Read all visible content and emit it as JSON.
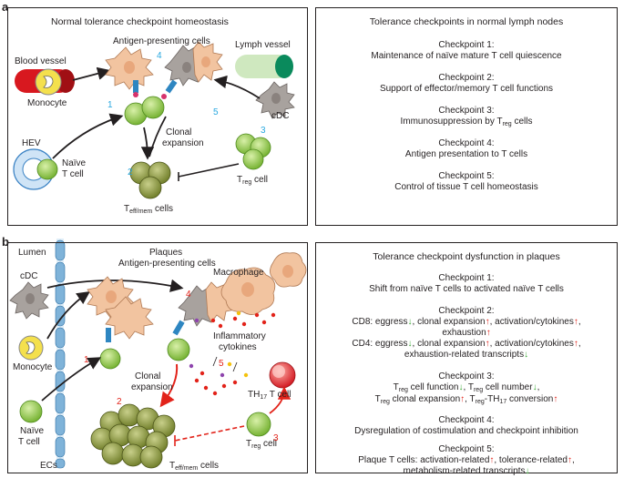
{
  "panel_a": {
    "letter": "a",
    "left_title": "Normal tolerance checkpoint homeostasis",
    "labels": {
      "apc": "Antigen-presenting cells",
      "blood_vessel": "Blood vessel",
      "lymph_vessel": "Lymph vessel",
      "monocyte": "Monocyte",
      "cdc": "cDC",
      "hev": "HEV",
      "naive_t_1": "Naïve",
      "naive_t_2": "T cell",
      "clonal_1": "Clonal",
      "clonal_2": "expansion",
      "treg_t": "T",
      "treg_sub": "reg",
      "treg_rest": " cell",
      "teff_t": "T",
      "teff_sub": "eff/mem",
      "teff_rest": " cells"
    },
    "numbers": [
      "1",
      "2",
      "3",
      "4",
      "5"
    ],
    "right_title": "Tolerance checkpoints in normal lymph nodes",
    "checkpoints": [
      {
        "title": "Checkpoint 1:",
        "text": "Maintenance of naïve mature T cell quiescence"
      },
      {
        "title": "Checkpoint 2:",
        "text": "Support of effector/memory T cell functions"
      },
      {
        "title": "Checkpoint 3:",
        "text_pre": "Immunosuppression by T",
        "text_sub": "reg",
        "text_post": " cells"
      },
      {
        "title": "Checkpoint 4:",
        "text": "Antigen presentation to T cells"
      },
      {
        "title": "Checkpoint 5:",
        "text": "Control of tissue T cell homeostasis"
      }
    ]
  },
  "panel_b": {
    "letter": "b",
    "labels": {
      "lumen": "Lumen",
      "plaques": "Plaques",
      "apc": "Antigen-presenting cells",
      "cdc": "cDC",
      "macrophage": "Macrophage",
      "monocyte": "Monocyte",
      "infl_1": "Inflammatory",
      "infl_2": "cytokines",
      "clonal_1": "Clonal",
      "clonal_2": "expansion",
      "th17_t": "TH",
      "th17_sub": "17",
      "th17_rest": " T cell",
      "naive_1": "Naïve",
      "naive_2": "T cell",
      "treg_t": "T",
      "treg_sub": "reg",
      "treg_rest": " cell",
      "ecs": "ECs",
      "teff_t": "T",
      "teff_sub": "eff/mem",
      "teff_rest": " cells"
    },
    "numbers": [
      "1",
      "2",
      "3",
      "4",
      "5"
    ],
    "right_title": "Tolerance checkpoint dysfunction in plaques",
    "cp1": {
      "title": "Checkpoint 1:",
      "text": "Shift from naïve T cells to activated naïve T cells"
    },
    "cp2": {
      "title": "Checkpoint 2:",
      "l1": "CD8: eggress",
      "l1b": ", clonal expansion",
      "l1c": ", activation/cytokines",
      "l2": "exhaustion",
      "l3": "CD4: eggress",
      "l3b": ", clonal expansion",
      "l3c": ", activation/cytokines",
      "l4": "exhaustion-related transcripts"
    },
    "cp3": {
      "title": "Checkpoint 3:",
      "a1": "T",
      "a1s": "reg",
      "a1r": " cell function",
      "a2": ", T",
      "a2s": "reg",
      "a2r": " cell number",
      "b1": "T",
      "b1s": "reg",
      "b1r": " clonal expansion",
      "b2": ", T",
      "b2s": "reg",
      "b2r": "-TH",
      "b2s2": "17",
      "b2r2": " conversion"
    },
    "cp4": {
      "title": "Checkpoint 4:",
      "text": "Dysregulation of costimulation and checkpoint inhibition"
    },
    "cp5": {
      "title": "Checkpoint 5:",
      "l1": "Plaque T cells: activation-related",
      "l1b": ", tolerance-related",
      "l2": "metabolism-related transcripts"
    },
    "arrows": {
      "up": "↑",
      "down": "↓"
    }
  },
  "colors": {
    "blue_number": "#29a8e0",
    "red_number": "#e2231a",
    "up_arrow": "#e2231a",
    "down_arrow": "#3aaa35",
    "t_cell_green": "#8dc63f",
    "apc_orange": "#f2c4a0",
    "teff_olive": "#8a9a3b"
  }
}
